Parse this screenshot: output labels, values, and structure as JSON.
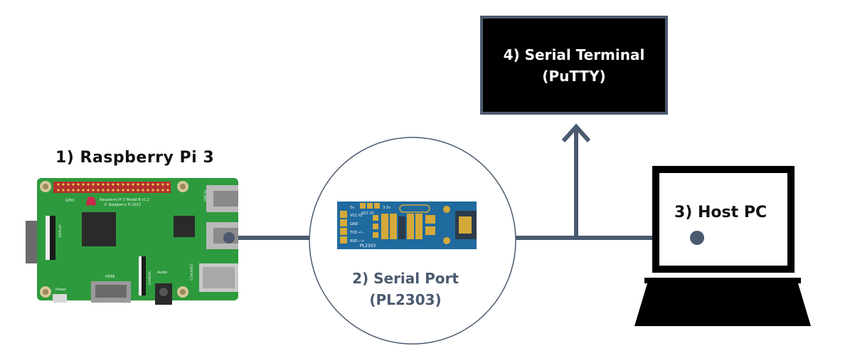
{
  "nodes": {
    "raspberry_pi": {
      "label": "1) Raspberry Pi 3",
      "board_text": [
        "Raspberry Pi 3 Model B v1.2",
        "© Raspberry Pi 2015"
      ],
      "port_labels": [
        "GPIO",
        "HDMI",
        "Audio",
        "ETHERNET",
        "Power",
        "DISPLAY",
        "CAMERA",
        "USB 2x"
      ]
    },
    "serial_port": {
      "label_line1": "2) Serial Port",
      "label_line2": "(PL2303)",
      "board_text": [
        "5v",
        "3.3v",
        "VCC IO",
        "VCC IO",
        "GND",
        "TXD <--",
        "RXD -->",
        "PL2303"
      ]
    },
    "host_pc": {
      "label": "3) Host PC"
    },
    "terminal": {
      "label_line1": "4) Serial Terminal",
      "label_line2": "(PuTTY)"
    }
  },
  "colors": {
    "connector": "#4b5a6f",
    "pi_board": "#2e9a3e",
    "pl2303_board": "#1f6a9e",
    "terminal_bg": "#000000"
  }
}
